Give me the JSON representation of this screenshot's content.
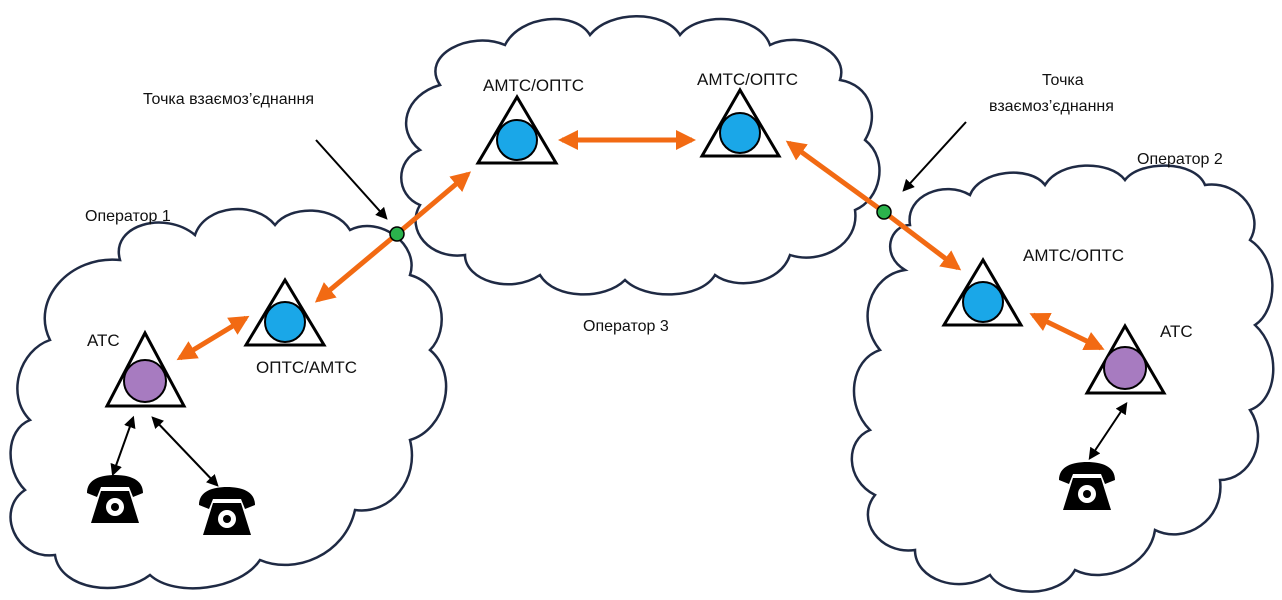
{
  "colors": {
    "cloud_stroke": "#1f2a44",
    "trunk_link": "#f26a13",
    "transit_node": "#1aa7e8",
    "local_node": "#a77bc0",
    "interconnect_point": "#2bb24c"
  },
  "clouds": {
    "operator1": {
      "label": "Оператор 1"
    },
    "operator2": {
      "label": "Оператор 2"
    },
    "operator3": {
      "label": "Оператор 3"
    }
  },
  "nodes": {
    "op1_ats": {
      "label": "АТС",
      "kind": "local"
    },
    "op1_transit": {
      "label": "ОПТС/АМТС",
      "kind": "transit"
    },
    "op3_left": {
      "label": "АМТС/ОПТС",
      "kind": "transit"
    },
    "op3_right": {
      "label": "АМТС/ОПТС",
      "kind": "transit"
    },
    "op2_transit": {
      "label": "АМТС/ОПТС",
      "kind": "transit"
    },
    "op2_ats": {
      "label": "АТС",
      "kind": "local"
    }
  },
  "interconnect": {
    "left": {
      "label": "Точка взаємоз’єднання"
    },
    "right": {
      "label_line1": "Точка",
      "label_line2": "взаємоз’єднання"
    }
  },
  "icons": [
    "telephone-icon",
    "telephone-icon",
    "telephone-icon"
  ]
}
